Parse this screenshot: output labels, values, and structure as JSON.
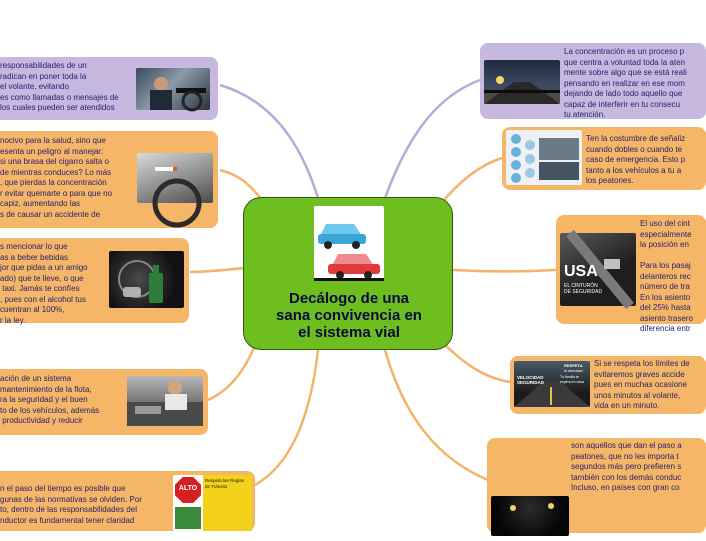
{
  "central": {
    "title": "Decálogo de una\nsana convivencia en\nel sistema vial"
  },
  "left_topics": [
    {
      "text": "responsabilidades de un\nradican en poner toda la\nel volante, evitando\nes como llamadas o mensajes de\nlos cuales pueden ser atendidos",
      "image": "driver-distracted-photo"
    },
    {
      "text": "nocivo para la salud, sino que\nesenta un peligro al manejar:\nsi una brasa del cigarro salta o\nde mientras conduces? Lo más\n, que pierdas la concentración\nr evitar quemarte o para que no\ncapiz, aumentando las\ns de causar un accidente de",
      "image": "driver-smoking-photo"
    },
    {
      "text": "s mencionar lo que\nas a beber bebidas\njor que pidas a un amigo\nado) que te lleve, o que\n taxi. Jamás te confíes\n, pues con el alcohol tus\ncuentran al 100%,\nr la ley.",
      "image": "alcohol-keys-photo"
    },
    {
      "text": "ación de un sistema\nmantenimiento de la flota,\nra la seguridad y el buen\nto de los vehículos, además\n productividad y reducir",
      "image": "mechanic-photo"
    },
    {
      "text": "n el paso del tiempo es posible que\ngunas de las normativas se olviden. Por\nto, dentro de las responsabilidades del\nnductor es fundamental tener claridad",
      "image": "traffic-rules-sign"
    }
  ],
  "right_topics": [
    {
      "text": "La concentración es un proceso p\nque centra a voluntad toda la aten\nmente sobre algo que se está reali\npensando en realizar en ese mom\ndejando de lado todo aquello que\ncapaz de interferir en tu consecu\ntu atención.",
      "image": "night-driving-photo"
    },
    {
      "text": "Ten la costumbre de señaliz\ncuando dobles o cuando te\ncaso de emergencia. Esto p\ntanto a los vehículos a tu a\nlos peatones.",
      "image": "signals-infographic"
    },
    {
      "text": "El uso del cint\nespecialmente\nla posición en\n\nPara los pasaj\ndelanteros rec\nnúmero de tra\nEn los asiento\ndel 25% hasta\nasiento trasero\ndiferencia entr",
      "image": "seatbelt-photo"
    },
    {
      "text": "Si se respeta los límites de\nevitaremos graves accide\npues en muchas ocasione\nunos minutos al volante,\nvida en un minuto.",
      "image": "speed-sign-photo"
    },
    {
      "text": "son aquellos que dan el paso a\npeatones, que no les importa t\nsegundos más pero prefieren s\ntambién con los demás conduc\nIncluso, en países con gran co",
      "image": "pedestrian-night-photo"
    }
  ],
  "image_text": {
    "seatbelt_title": "USA",
    "seatbelt_sub": "EL CINTURÓN\nDE SEGURIDAD",
    "speed_top": "RESPETA",
    "speed_mid": "la velocidad",
    "speed_sub": "Tu familia te\nespera en casa",
    "speed_main": "VELOCIDAD\nSEGURIDAD",
    "traffic_stop": "ALTO",
    "traffic_title": "Respeta las Reglas\nde Tránsito"
  },
  "colors": {
    "central_fill": "#6ebe1f",
    "orange_card": "#f6b667",
    "purple_card": "#c6b8de",
    "connector_orange": "#f4b36a",
    "connector_purple": "#b9a8d8",
    "text": "#26226f"
  }
}
